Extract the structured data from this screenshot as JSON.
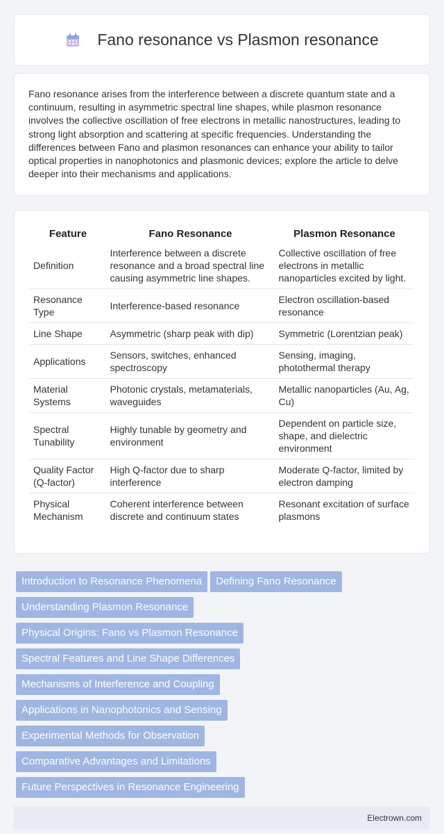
{
  "header": {
    "title": "Fano resonance vs Plasmon resonance",
    "icon": "calendar-icon"
  },
  "intro": {
    "text": "Fano resonance arises from the interference between a discrete quantum state and a continuum, resulting in asymmetric spectral line shapes, while plasmon resonance involves the collective oscillation of free electrons in metallic nanostructures, leading to strong light absorption and scattering at specific frequencies. Understanding the differences between Fano and plasmon resonances can enhance your ability to tailor optical properties in nanophotonics and plasmonic devices; explore the article to delve deeper into their mechanisms and applications."
  },
  "table": {
    "headers": [
      "Feature",
      "Fano Resonance",
      "Plasmon Resonance"
    ],
    "rows": [
      [
        "Definition",
        "Interference between a discrete resonance and a broad spectral line causing asymmetric line shapes.",
        "Collective oscillation of free electrons in metallic nanoparticles excited by light."
      ],
      [
        "Resonance Type",
        "Interference-based resonance",
        "Electron oscillation-based resonance"
      ],
      [
        "Line Shape",
        "Asymmetric (sharp peak with dip)",
        "Symmetric (Lorentzian peak)"
      ],
      [
        "Applications",
        "Sensors, switches, enhanced spectroscopy",
        "Sensing, imaging, photothermal therapy"
      ],
      [
        "Material Systems",
        "Photonic crystals, metamaterials, waveguides",
        "Metallic nanoparticles (Au, Ag, Cu)"
      ],
      [
        "Spectral Tunability",
        "Highly tunable by geometry and environment",
        "Dependent on particle size, shape, and dielectric environment"
      ],
      [
        "Quality Factor (Q-factor)",
        "High Q-factor due to sharp interference",
        "Moderate Q-factor, limited by electron damping"
      ],
      [
        "Physical Mechanism",
        "Coherent interference between discrete and continuum states",
        "Resonant excitation of surface plasmons"
      ]
    ]
  },
  "tags": [
    "Introduction to Resonance Phenomena",
    "Defining Fano Resonance",
    "Understanding Plasmon Resonance",
    "Physical Origins: Fano vs Plasmon Resonance",
    "Spectral Features and Line Shape Differences",
    "Mechanisms of Interference and Coupling",
    "Applications in Nanophotonics and Sensing",
    "Experimental Methods for Observation",
    "Comparative Advantages and Limitations",
    "Future Perspectives in Resonance Engineering"
  ],
  "footer": {
    "site": "Electrown.com"
  },
  "colors": {
    "tag_bg": "#9fb6e2",
    "footer_bg": "#e6ebf6",
    "page_bg": "#f3f4f7"
  }
}
